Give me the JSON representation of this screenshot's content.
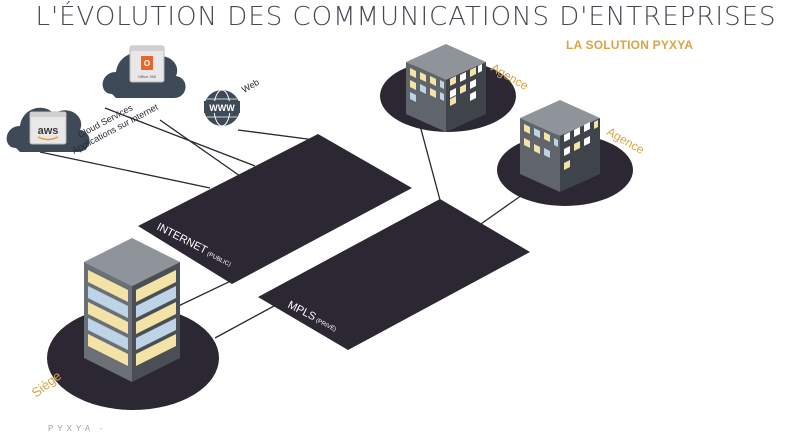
{
  "title": "L'ÉVOLUTION DES COMMUNICATIONS D'ENTREPRISES",
  "subtitle": "LA SOLUTION PYXYA",
  "footer": "PYXYA -",
  "clouds": {
    "aws_logo": "aws",
    "office_logo": "Office 365",
    "web_label": "Web",
    "cloud_services_label": "Cloud Services",
    "applications_label": "Applications sur internet"
  },
  "networks": {
    "internet": {
      "label": "INTERNET",
      "qualifier": "(PUBLIC)"
    },
    "mpls": {
      "label": "MPLS",
      "qualifier": "(PRIVÉ)"
    }
  },
  "sites": {
    "agence_1": "Agence",
    "agence_2": "Agence",
    "siege": "Siège"
  },
  "colors": {
    "platform": "#2b2733",
    "accent": "#d9a443",
    "title": "#444a52"
  }
}
